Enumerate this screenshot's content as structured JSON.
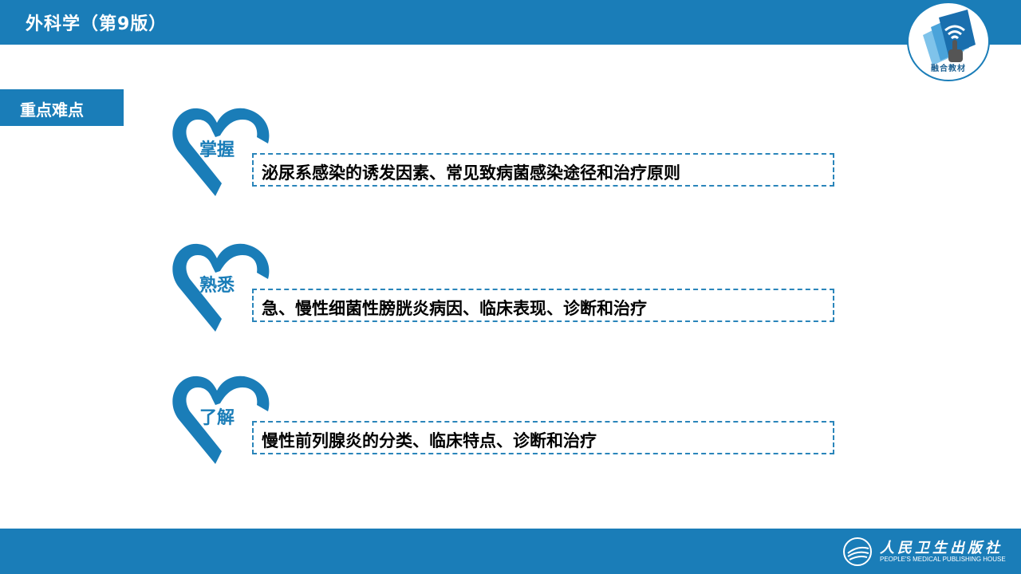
{
  "header": {
    "title": "外科学（第9版）",
    "badge_label": "融合教材",
    "badge_icon": "touch-wifi-book-icon"
  },
  "section": {
    "label": "重点难点"
  },
  "items": [
    {
      "level": "掌握",
      "text": "泌尿系感染的诱发因素、常见致病菌感染途径和治疗原则"
    },
    {
      "level": "熟悉",
      "text": "急、慢性细菌性膀胱炎病因、临床表现、诊断和治疗"
    },
    {
      "level": "了解",
      "text": "慢性前列腺炎的分类、临床特点、诊断和治疗"
    }
  ],
  "footer": {
    "publisher_cn": "人民卫生出版社",
    "publisher_en": "PEOPLE'S MEDICAL PUBLISHING HOUSE"
  },
  "colors": {
    "primary": "#1a7db8",
    "text": "#000000",
    "background": "#ffffff"
  }
}
